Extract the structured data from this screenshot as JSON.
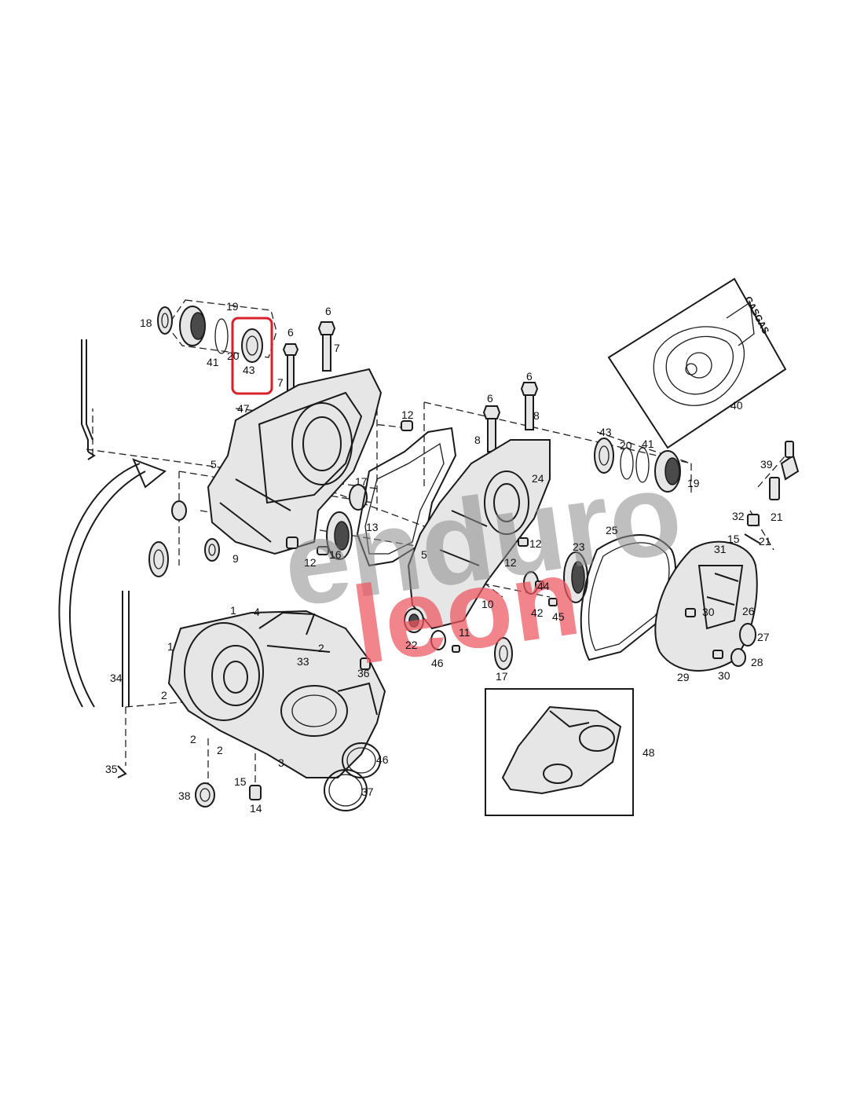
{
  "labels": [
    {
      "id": "l19a",
      "text": "19"
    },
    {
      "id": "l18",
      "text": "18"
    },
    {
      "id": "l41a",
      "text": "41"
    },
    {
      "id": "l20a",
      "text": "20"
    },
    {
      "id": "l43a",
      "text": "43"
    },
    {
      "id": "l6a",
      "text": "6"
    },
    {
      "id": "l6b",
      "text": "6"
    },
    {
      "id": "l7a",
      "text": "7"
    },
    {
      "id": "l7b",
      "text": "7"
    },
    {
      "id": "l47",
      "text": "47"
    },
    {
      "id": "l12a",
      "text": "12"
    },
    {
      "id": "l5a",
      "text": "5"
    },
    {
      "id": "l17a",
      "text": "17"
    },
    {
      "id": "l13",
      "text": "13"
    },
    {
      "id": "l9",
      "text": "9"
    },
    {
      "id": "l12b",
      "text": "12"
    },
    {
      "id": "l16",
      "text": "16"
    },
    {
      "id": "l6c",
      "text": "6"
    },
    {
      "id": "l6d",
      "text": "6"
    },
    {
      "id": "l8a",
      "text": "8"
    },
    {
      "id": "l8b",
      "text": "8"
    },
    {
      "id": "l24",
      "text": "24"
    },
    {
      "id": "l43b",
      "text": "43"
    },
    {
      "id": "l20b",
      "text": "20"
    },
    {
      "id": "l41b",
      "text": "41"
    },
    {
      "id": "l19b",
      "text": "19"
    },
    {
      "id": "l40",
      "text": "40"
    },
    {
      "id": "l39",
      "text": "39"
    },
    {
      "id": "l32",
      "text": "32"
    },
    {
      "id": "l21a",
      "text": "21"
    },
    {
      "id": "l21b",
      "text": "21"
    },
    {
      "id": "l15a",
      "text": "15"
    },
    {
      "id": "l31",
      "text": "31"
    },
    {
      "id": "l25",
      "text": "25"
    },
    {
      "id": "l12c",
      "text": "12"
    },
    {
      "id": "l23",
      "text": "23"
    },
    {
      "id": "l5b",
      "text": "5"
    },
    {
      "id": "l12d",
      "text": "12"
    },
    {
      "id": "l44",
      "text": "44"
    },
    {
      "id": "l10",
      "text": "10"
    },
    {
      "id": "l42",
      "text": "42"
    },
    {
      "id": "l45",
      "text": "45"
    },
    {
      "id": "l11",
      "text": "11"
    },
    {
      "id": "l22",
      "text": "22"
    },
    {
      "id": "l17b",
      "text": "17"
    },
    {
      "id": "l46a",
      "text": "46"
    },
    {
      "id": "l30a",
      "text": "30"
    },
    {
      "id": "l26",
      "text": "26"
    },
    {
      "id": "l27",
      "text": "27"
    },
    {
      "id": "l28",
      "text": "28"
    },
    {
      "id": "l29",
      "text": "29"
    },
    {
      "id": "l30b",
      "text": "30"
    },
    {
      "id": "l1a",
      "text": "1"
    },
    {
      "id": "l4",
      "text": "4"
    },
    {
      "id": "l1b",
      "text": "1"
    },
    {
      "id": "l33",
      "text": "33"
    },
    {
      "id": "l2a",
      "text": "2"
    },
    {
      "id": "l36",
      "text": "36"
    },
    {
      "id": "l34",
      "text": "34"
    },
    {
      "id": "l2b",
      "text": "2"
    },
    {
      "id": "l2c",
      "text": "2"
    },
    {
      "id": "l2d",
      "text": "2"
    },
    {
      "id": "l3",
      "text": "3"
    },
    {
      "id": "l46b",
      "text": "46"
    },
    {
      "id": "l35",
      "text": "35"
    },
    {
      "id": "l15b",
      "text": "15"
    },
    {
      "id": "l14",
      "text": "14"
    },
    {
      "id": "l38",
      "text": "38"
    },
    {
      "id": "l37",
      "text": "37"
    },
    {
      "id": "l48",
      "text": "48"
    }
  ],
  "gasket_set_logo": "GASGAS",
  "watermark": {
    "line1": "enduro",
    "line2": "leon"
  },
  "highlight": {
    "part": "43",
    "color": "#d8202a"
  }
}
